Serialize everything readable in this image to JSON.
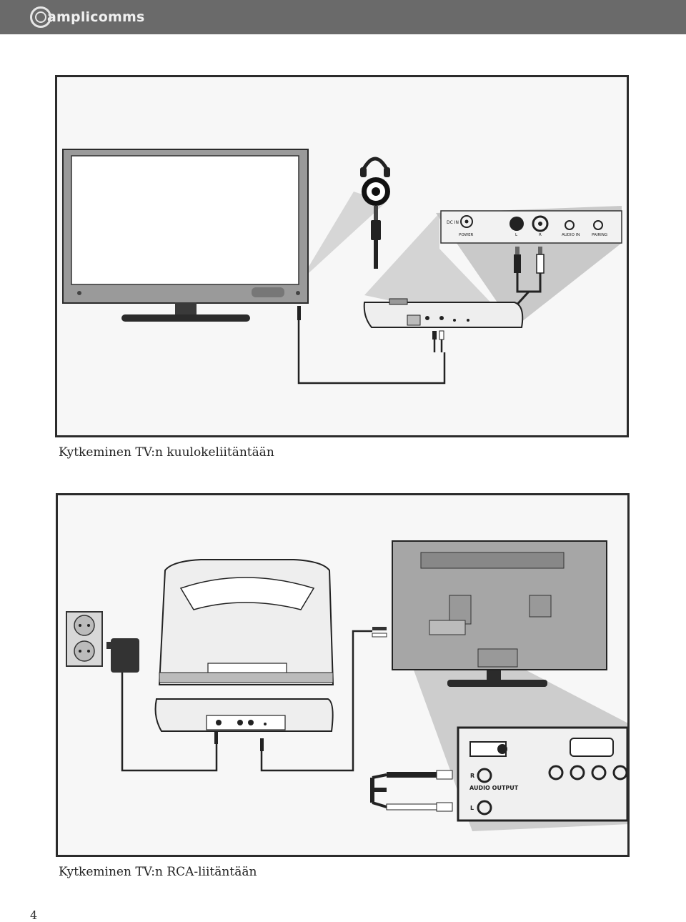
{
  "header": {
    "brand": "amplicomms",
    "logo_icon": "amplicomms-logo-icon",
    "background_color": "#6a6a6a"
  },
  "figures": [
    {
      "caption": "Kytkeminen TV:n kuulokeliitäntään",
      "device_labels": {
        "dc_in": "DC IN",
        "power": "POWER",
        "left": "L",
        "right": "R",
        "audio_in": "AUDIO IN",
        "pairing": "PAIRING"
      }
    },
    {
      "caption": "Kytkeminen TV:n RCA-liitäntään",
      "tv_labels": {
        "right": "R",
        "audio_output": "AUDIO OUTPUT",
        "left": "L"
      }
    }
  ],
  "page_number": "4"
}
